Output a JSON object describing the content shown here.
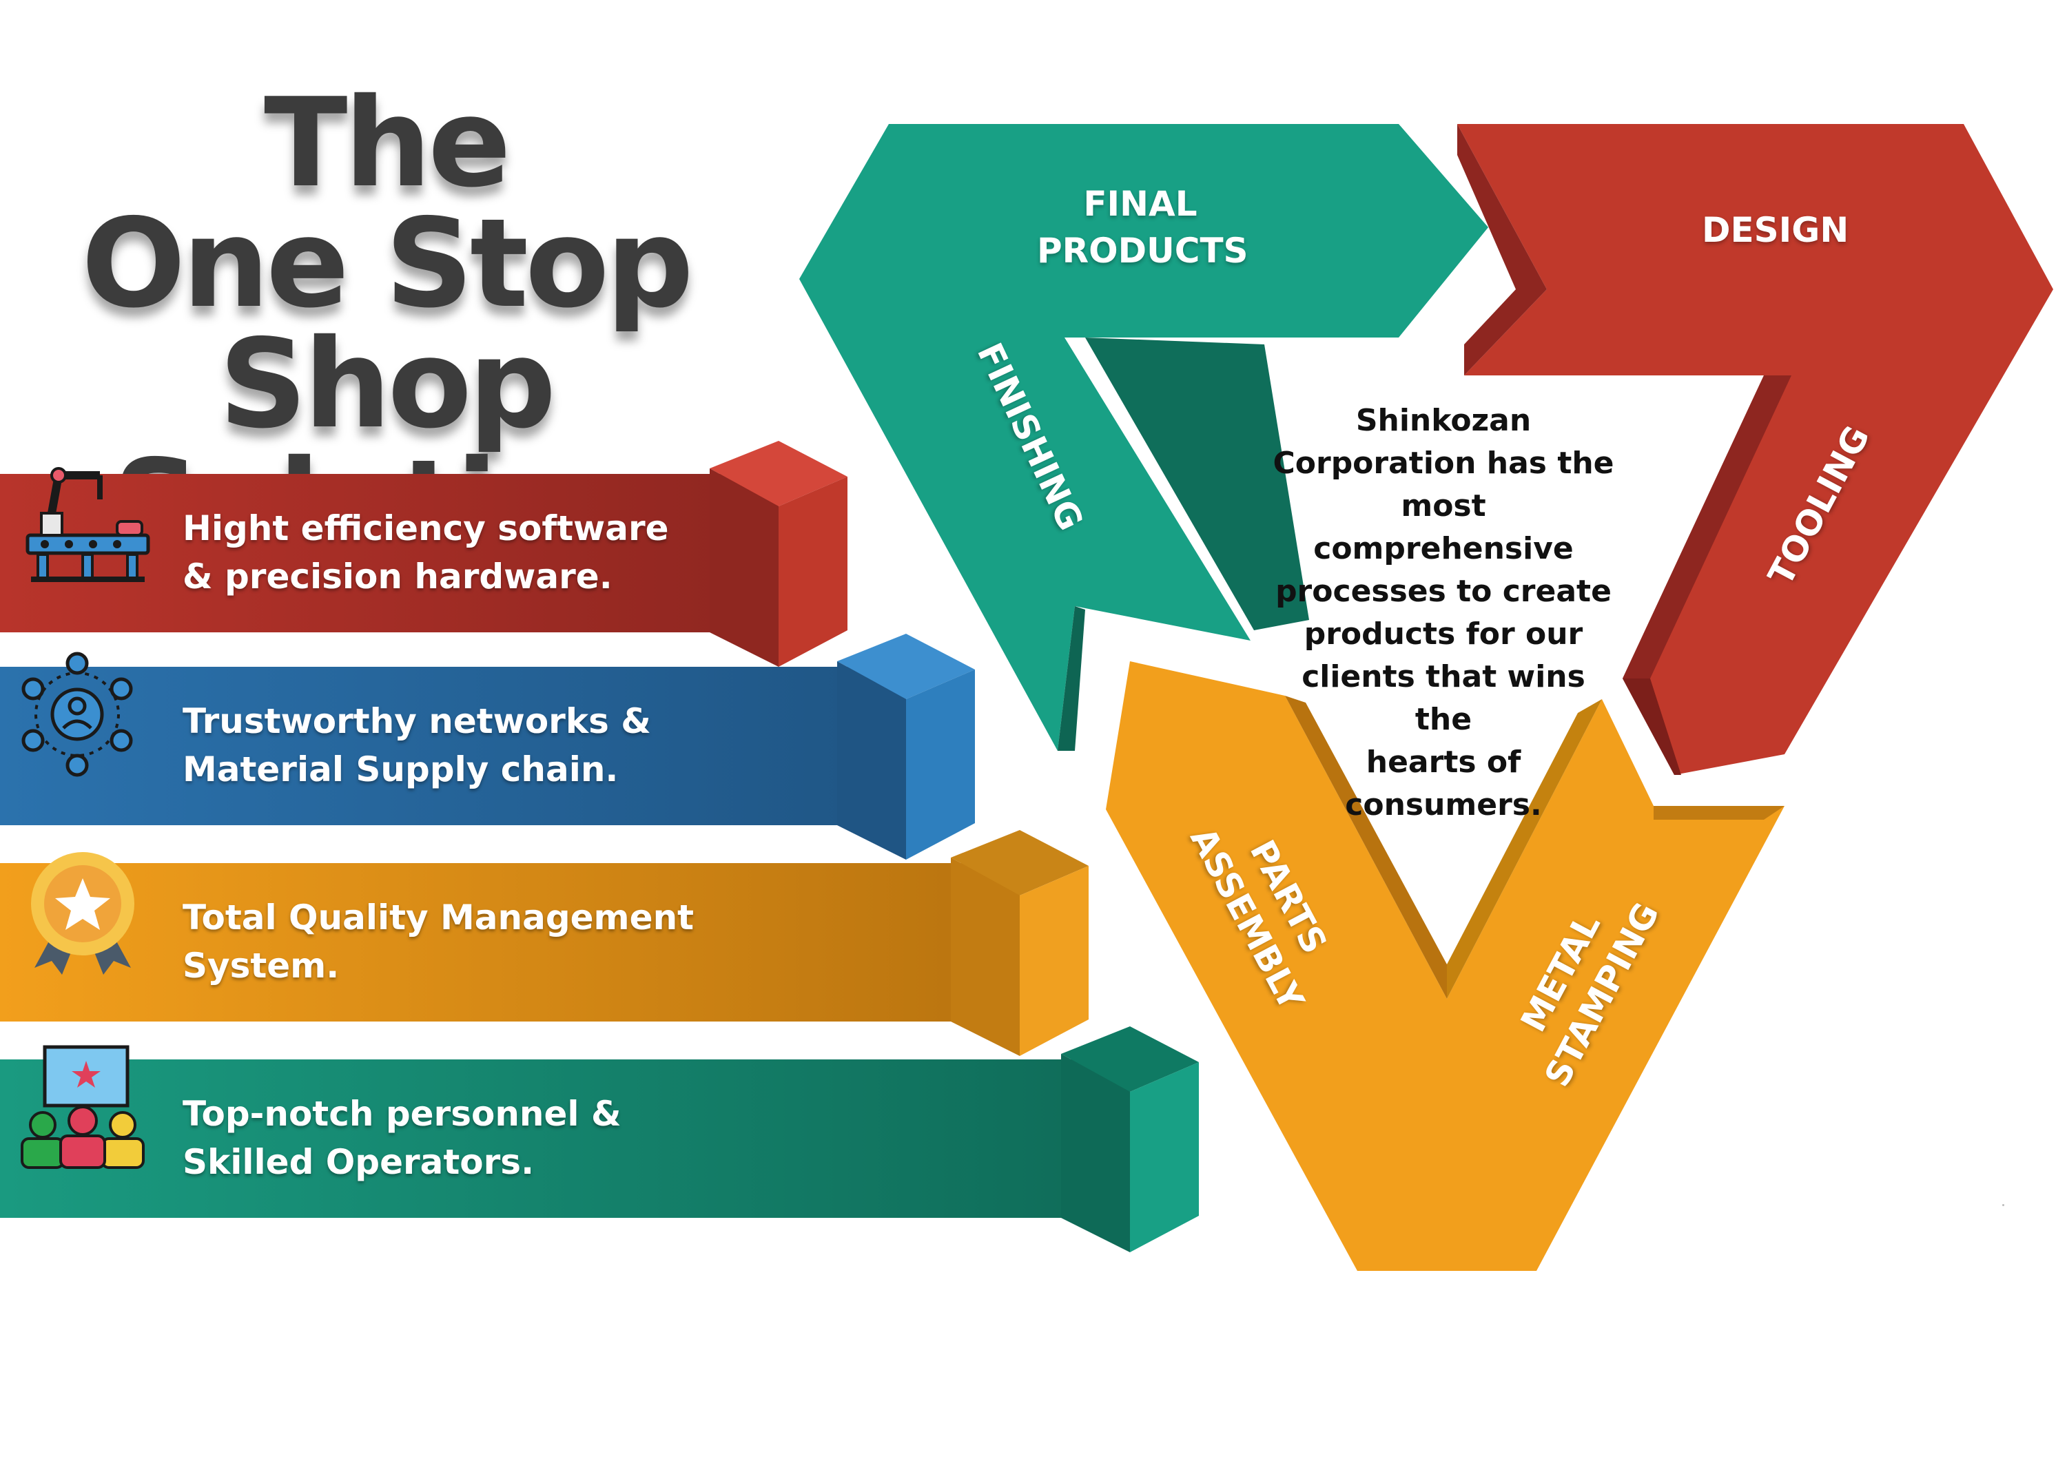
{
  "title": {
    "line1": "The",
    "line2": "One Stop",
    "line3": "Shop Solution"
  },
  "features": [
    {
      "icon": "robot-arm-conveyor-icon",
      "line1": "Hight efficiency software",
      "line2": "& precision hardware.",
      "color": "#a8302a"
    },
    {
      "icon": "network-icon",
      "line1": "Trustworthy networks &",
      "line2": "Material Supply chain.",
      "color": "#2a6aa3"
    },
    {
      "icon": "quality-badge-icon",
      "line1": "Total Quality Management",
      "line2": "System.",
      "color": "#e39a1a"
    },
    {
      "icon": "team-presentation-icon",
      "line1": "Top-notch personnel &",
      "line2": "Skilled Operators.",
      "color": "#178a73"
    }
  ],
  "cycle": {
    "final_products": {
      "line1": "FINAL",
      "line2": "PRODUCTS"
    },
    "design": "DESIGN",
    "tooling": "TOOLING",
    "finishing": "FINISHING",
    "parts_assembly": {
      "line1": "PARTS",
      "line2": "ASSEMBLY"
    },
    "metal_stamping": {
      "line1": "METAL",
      "line2": "STAMPING"
    },
    "center": {
      "line1": "Shinkozan",
      "line2": "Corporation has the",
      "line3": "most",
      "line4": "comprehensive",
      "line5": "processes to create",
      "line6": "products for our",
      "line7": "clients that wins the",
      "line8": "hearts of",
      "line9": "consumers."
    }
  },
  "colors": {
    "red": "#c0392b",
    "blue": "#2a6aa3",
    "orange": "#f39c12",
    "green": "#16a085",
    "title": "#3c3c3c"
  }
}
